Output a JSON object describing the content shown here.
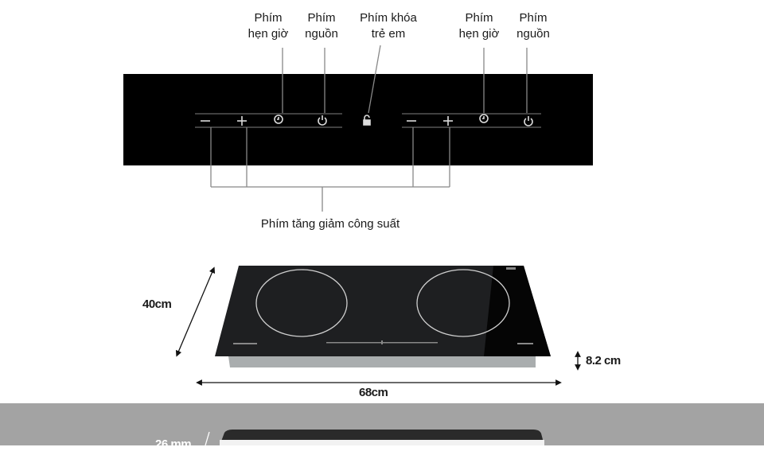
{
  "control_panel": {
    "labels": {
      "left_timer": [
        "Phím",
        "hẹn giờ"
      ],
      "left_power": [
        "Phím",
        "nguồn"
      ],
      "child_lock": [
        "Phím khóa",
        "trẻ em"
      ],
      "right_timer": [
        "Phím",
        "hẹn giờ"
      ],
      "right_power": [
        "Phím",
        "nguồn"
      ],
      "power_adjust": "Phím tăng giảm công suất"
    },
    "icons": [
      "minus-icon",
      "plus-icon",
      "clock-icon",
      "power-icon",
      "lock-icon",
      "minus-icon",
      "plus-icon",
      "clock-icon",
      "power-icon"
    ]
  },
  "dimensions": {
    "depth": "40cm",
    "width": "68cm",
    "height": "8.2 cm",
    "cutout": "26 mm"
  },
  "colors": {
    "panel": "#000000",
    "glass": "#1e1f21",
    "base": "#a9adae",
    "band": "#a3a3a3"
  }
}
